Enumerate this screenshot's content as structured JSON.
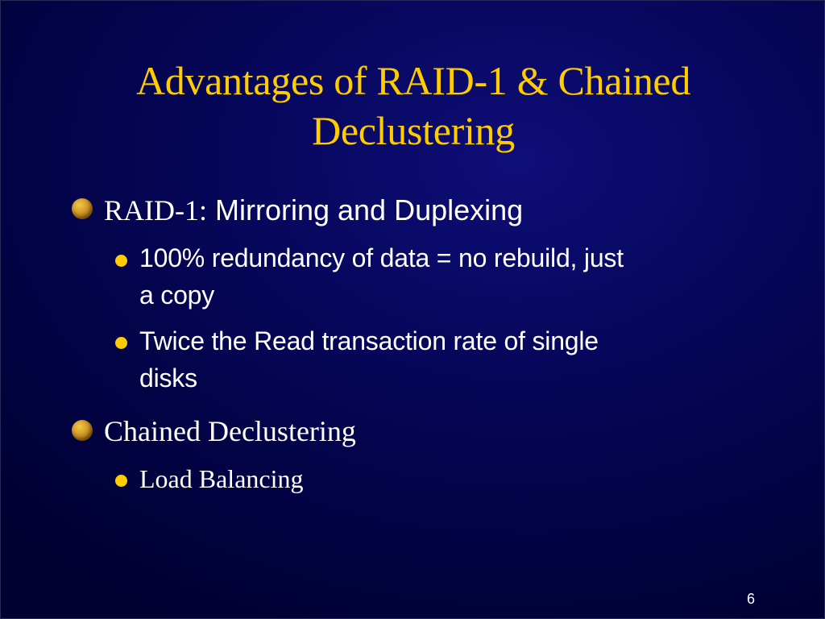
{
  "slide": {
    "title": "Advantages of RAID-1 & Chained Declustering",
    "title_lines": [
      "Advantages of RAID-1 & Chained",
      "Declustering"
    ],
    "slide_number": "6",
    "colors": {
      "title": "#ffcc00",
      "body_text": "#ffffff",
      "bullet_dot": "#ffcc00",
      "bullet_sphere": "#d6a22c",
      "background_light": "#0e0e78",
      "background_dark": "#000032"
    },
    "bullets": [
      {
        "icon": "gold-sphere-bullet-icon",
        "label_serif": "RAID-1:",
        "label_sans": " Mirroring and Duplexing",
        "sub_bullets": [
          {
            "icon": "yellow-dot-bullet-icon",
            "lines": [
              "100% redundancy of data = no rebuild, just",
              "a copy"
            ],
            "text": "100% redundancy of data = no rebuild, just a copy"
          },
          {
            "icon": "yellow-dot-bullet-icon",
            "lines": [
              "Twice the Read transaction rate of single",
              "disks"
            ],
            "text": "Twice the Read transaction rate of single disks"
          }
        ]
      },
      {
        "icon": "gold-sphere-bullet-icon",
        "label_serif": "Chained Declustering",
        "sub_bullets": [
          {
            "icon": "yellow-dot-bullet-icon",
            "lines": [
              "Load Balancing"
            ],
            "text": "Load Balancing"
          }
        ]
      }
    ]
  }
}
